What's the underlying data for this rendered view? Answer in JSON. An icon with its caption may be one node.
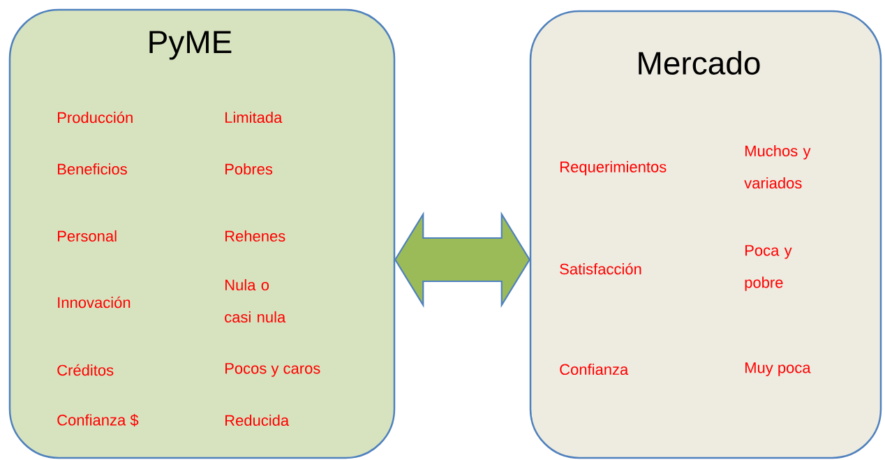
{
  "diagram": {
    "nodes": [
      {
        "text": [
          "PyME",
          "Producción",
          "Limitada",
          "Beneficios",
          "Pobres",
          "Personal",
          "Rehenes",
          "Innovación",
          "Nula o casi nula",
          "Créditos",
          "Pocos y caros",
          "Confianza $",
          "Reducida"
        ]
      },
      {
        "text": [
          "Mercado",
          "Requerimientos",
          "Muchos y variados",
          "Satisfacción",
          "Poca y pobre",
          "Confianza",
          "Muy poca"
        ]
      }
    ],
    "edges": [
      {
        "from": 0,
        "to": 1,
        "arrow": "both"
      }
    ]
  }
}
